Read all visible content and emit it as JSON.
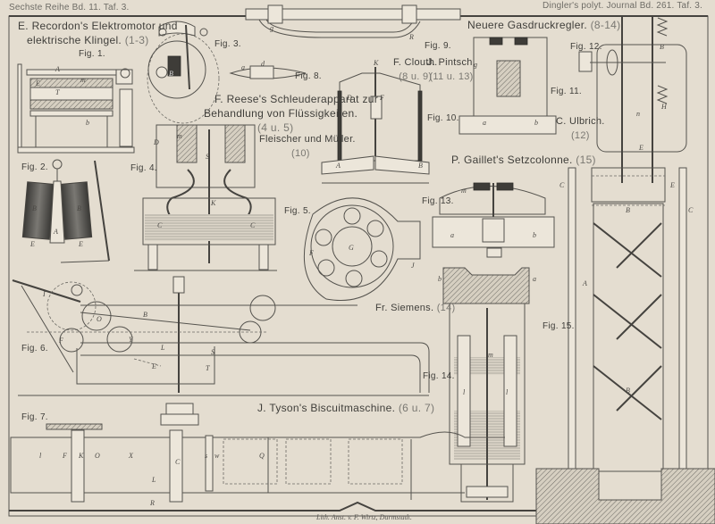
{
  "plate": {
    "header_left": {
      "series": "Sechste Reihe",
      "band": "Bd. 11.",
      "tafel": "Taf. 3."
    },
    "header_right": {
      "journal": "Dingler's polyt. Journal",
      "band": "Bd. 261.",
      "tafel": "Taf. 3."
    },
    "imprint": "Lith. Anst. v. F. Wirtz, Darmstadt."
  },
  "sections": [
    {
      "title_line1": "E. Recordon's Elektromotor und",
      "title_line2": "elektrische Klingel.",
      "figs": "(1-3)"
    },
    {
      "title_line1": "F. Reese's Schleuderapparat zur",
      "title_line2": "Behandlung von Flüssigkeiten.",
      "figs": "(4 u. 5)"
    },
    {
      "title_line1": "Fleischer und Müller.",
      "figs": "(10)"
    },
    {
      "title_line1": "F. Clouth.",
      "figs": "(8 u. 9)"
    },
    {
      "title_line1": "J. Pintsch.",
      "figs": "(11 u. 13)"
    },
    {
      "title_line1": "Neuere Gasdruckregler.",
      "figs": "(8-14)"
    },
    {
      "title_line1": "C. Ulbrich.",
      "figs": "(12)"
    },
    {
      "title_line1": "P. Gaillet's Setzcolonne.",
      "figs": "(15)"
    },
    {
      "title_line1": "Fr. Siemens.",
      "figs": "(14)"
    },
    {
      "title_line1": "J. Tyson's Biscuitmaschine.",
      "figs": "(6 u. 7)"
    }
  ],
  "figures": [
    {
      "label": "Fig. 1."
    },
    {
      "label": "Fig. 2."
    },
    {
      "label": "Fig. 3."
    },
    {
      "label": "Fig. 4."
    },
    {
      "label": "Fig. 5."
    },
    {
      "label": "Fig. 6."
    },
    {
      "label": "Fig. 7."
    },
    {
      "label": "Fig. 8."
    },
    {
      "label": "Fig. 9."
    },
    {
      "label": "Fig. 10."
    },
    {
      "label": "Fig. 11."
    },
    {
      "label": "Fig. 12."
    },
    {
      "label": "Fig. 13."
    },
    {
      "label": "Fig. 14."
    },
    {
      "label": "Fig. 15."
    }
  ],
  "colors": {
    "paper": "#e4ddd0",
    "ink": "#3c3b38",
    "faded_ink": "#7a7872"
  }
}
